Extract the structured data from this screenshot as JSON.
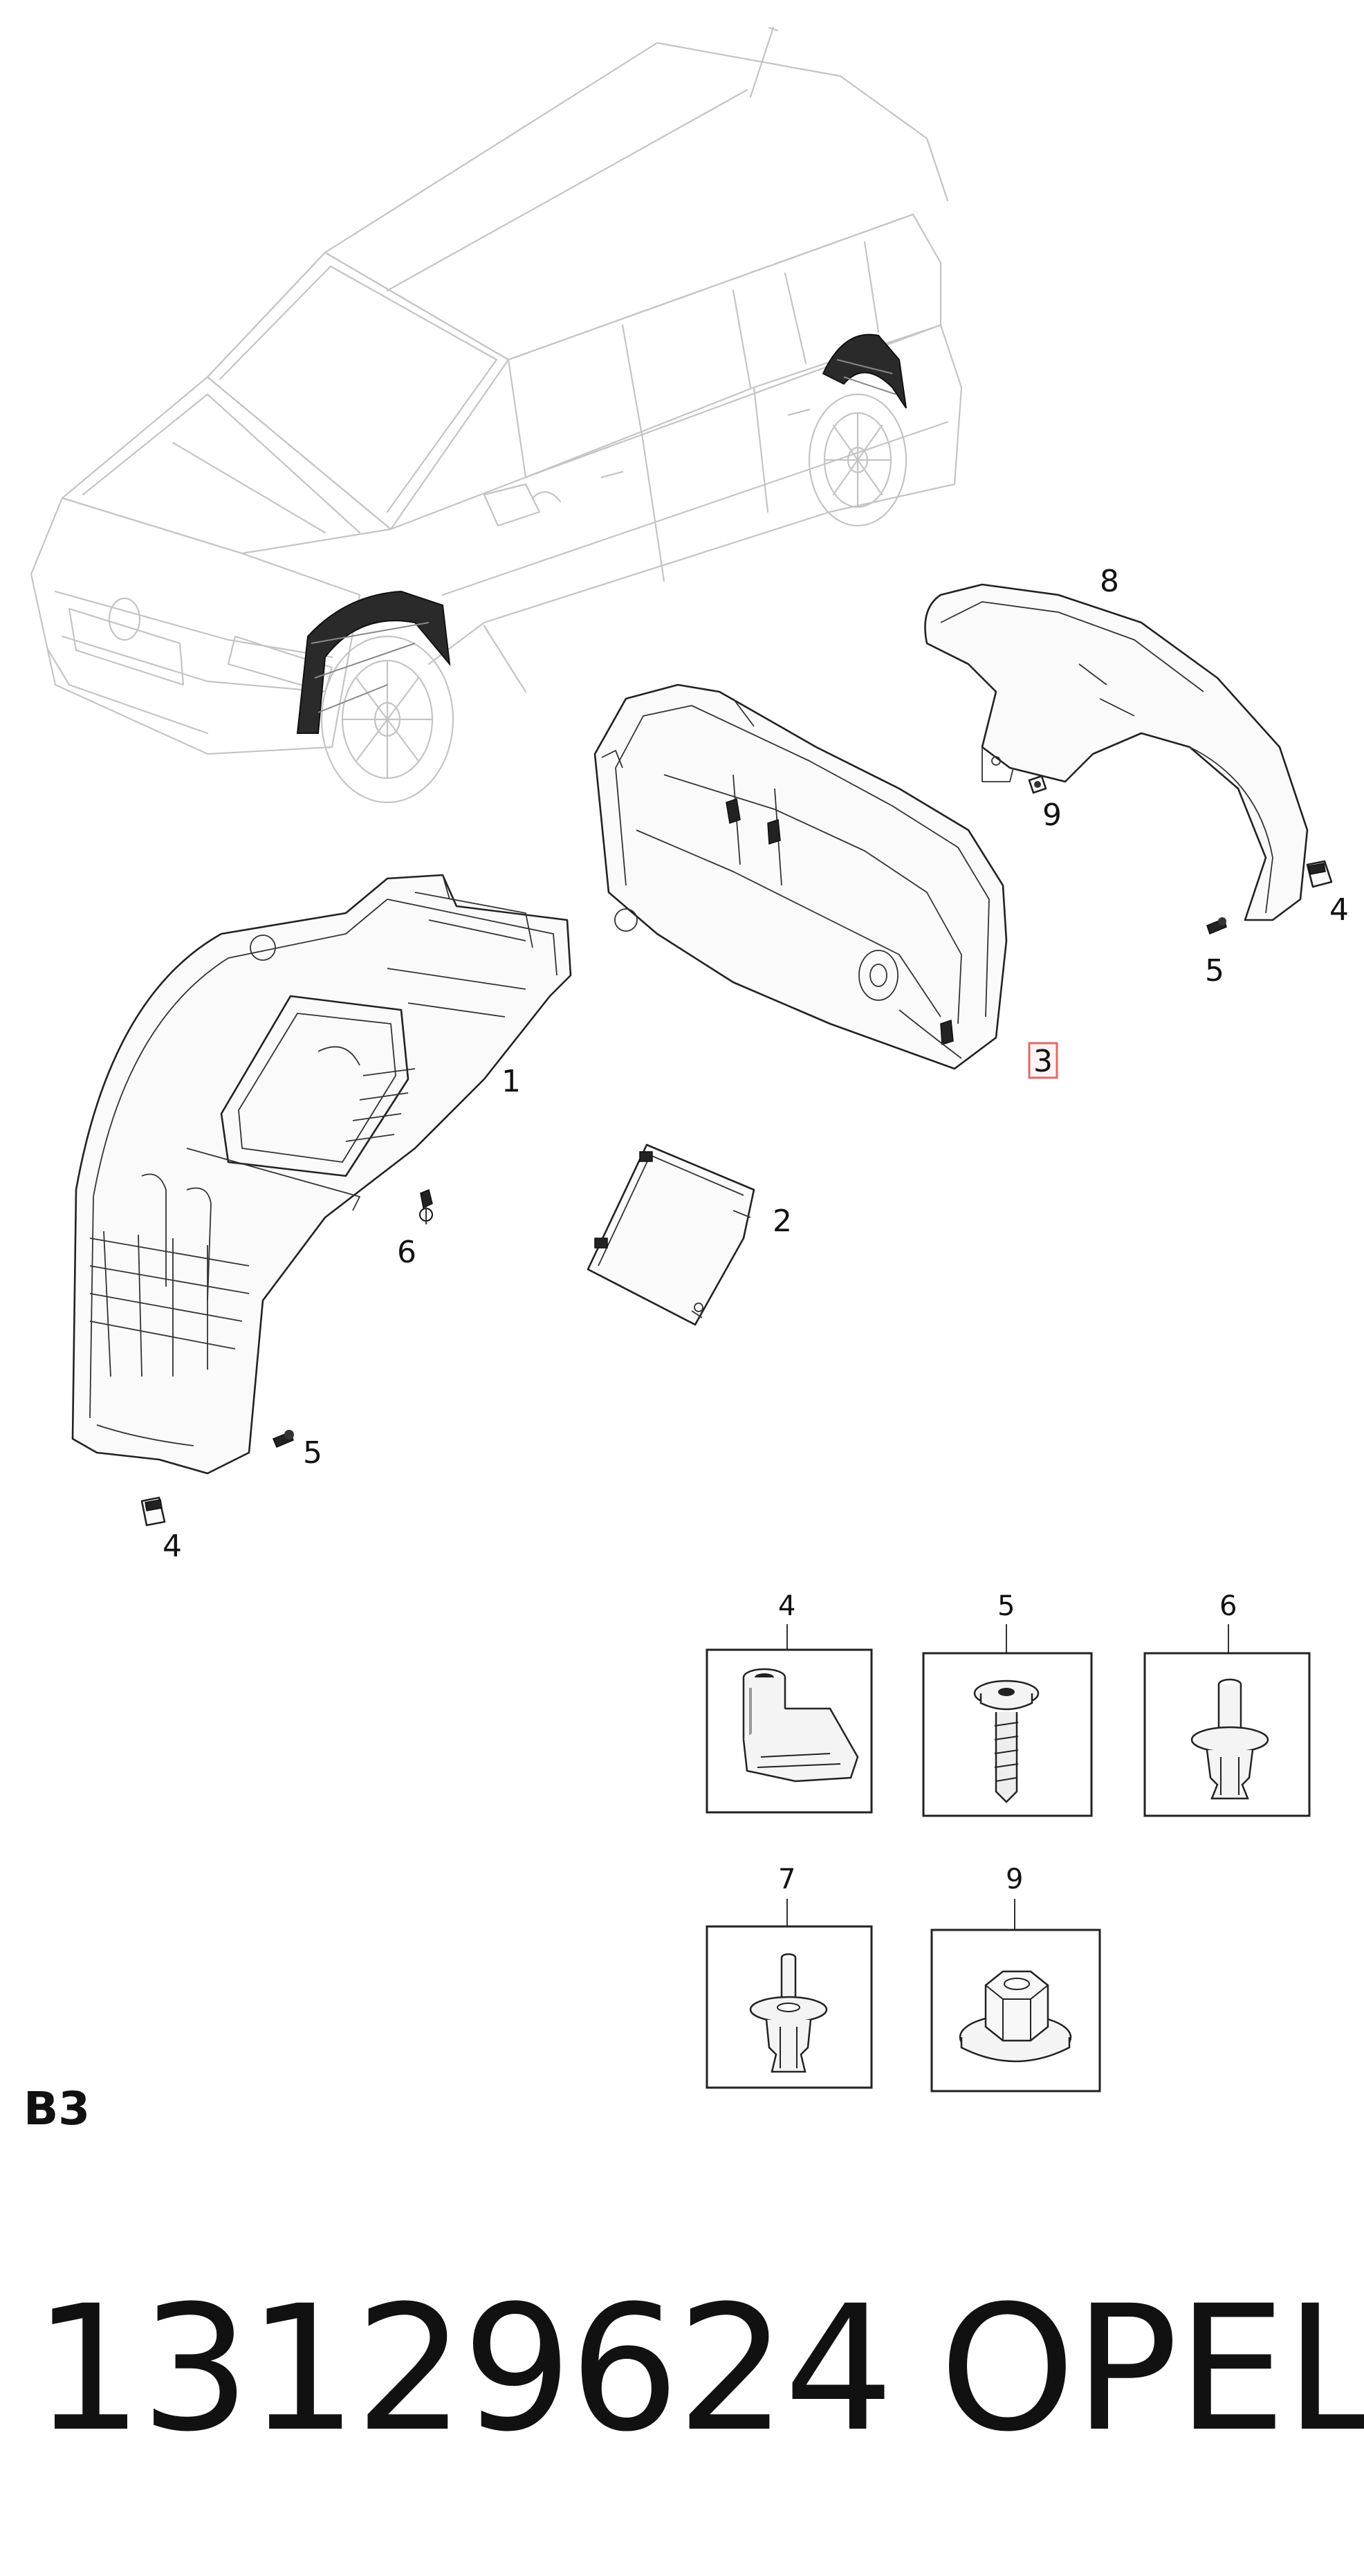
{
  "diagram": {
    "callouts": {
      "c1": "1",
      "c2": "2",
      "c3": "3",
      "c4a": "4",
      "c4b": "4",
      "c5a": "5",
      "c5b": "5",
      "c6": "6",
      "c8": "8",
      "c9": "9"
    },
    "highlighted_callout": "3",
    "highlight_color": "#e06a6a",
    "fasteners": [
      {
        "label": "4",
        "icon": "clip-fastener-icon"
      },
      {
        "label": "5",
        "icon": "screw-icon"
      },
      {
        "label": "6",
        "icon": "push-rivet-icon"
      },
      {
        "label": "7",
        "icon": "rivet-pin-icon"
      },
      {
        "label": "9",
        "icon": "hex-nut-icon"
      }
    ]
  },
  "figure_code": "B3",
  "part_number": "13129624",
  "brand": "OPEL"
}
